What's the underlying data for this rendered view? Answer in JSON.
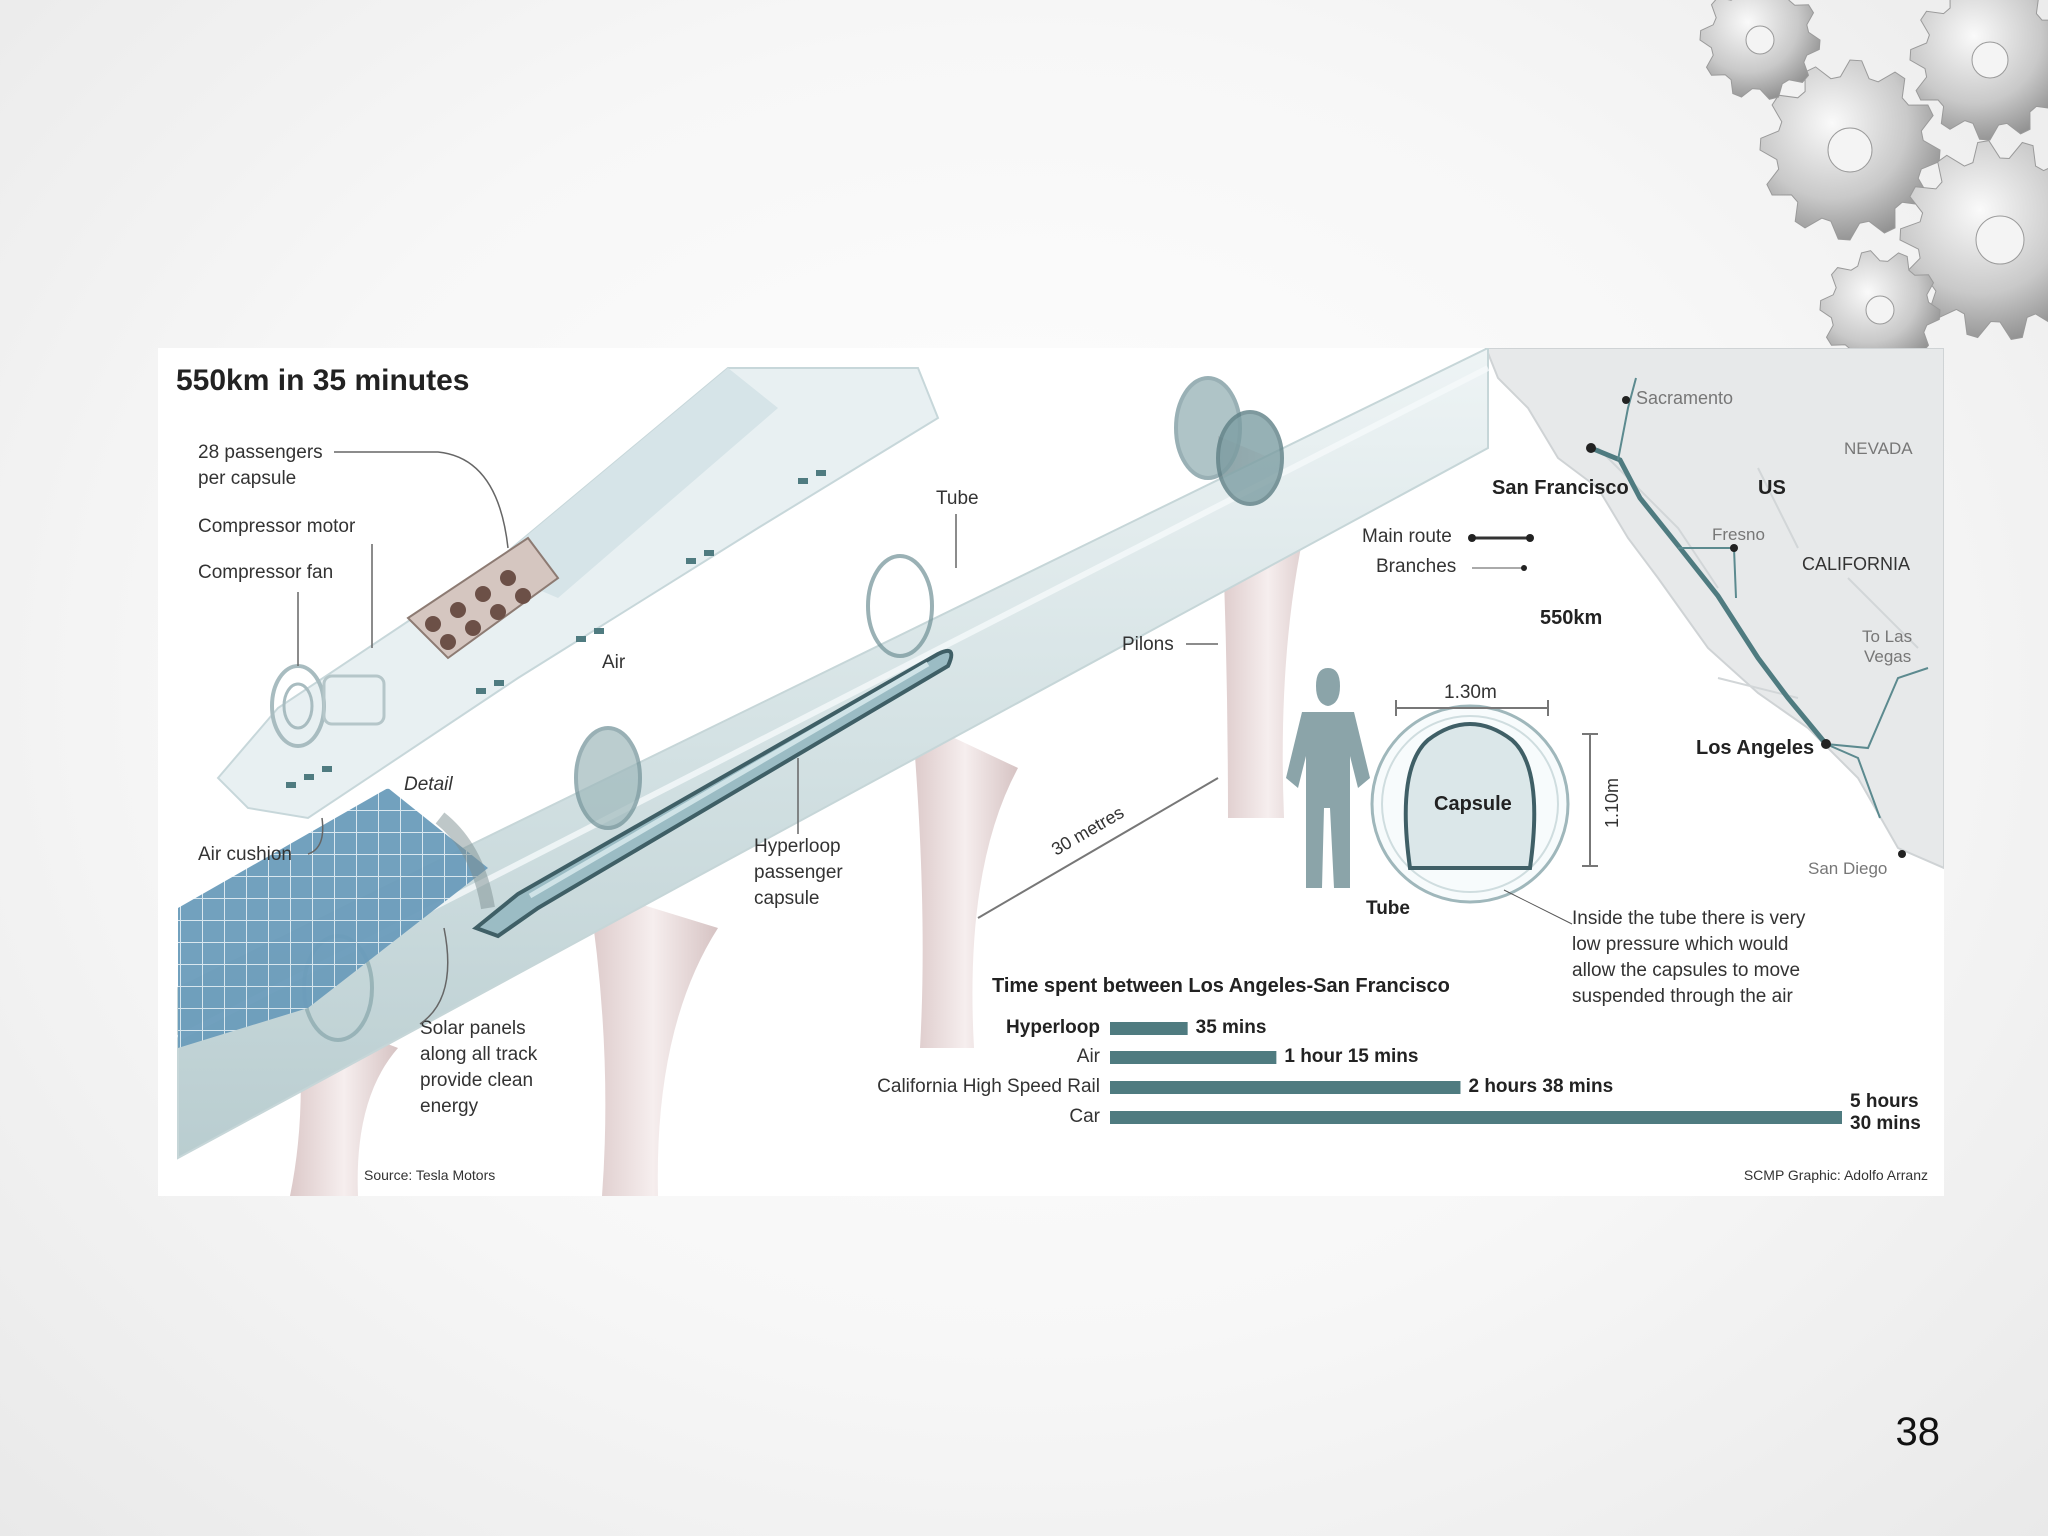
{
  "slide": {
    "page_number": "38"
  },
  "infographic": {
    "title": "550km in 35 minutes",
    "labels": {
      "passengers": [
        "28 passengers",
        "per capsule"
      ],
      "compressor_motor": "Compressor motor",
      "compressor_fan": "Compressor fan",
      "air": "Air",
      "air_cushion": "Air cushion",
      "detail": "Detail",
      "tube": "Tube",
      "pilons": "Pilons",
      "hyperloop_capsule": [
        "Hyperloop",
        "passenger",
        "capsule"
      ],
      "solar_panels": [
        "Solar panels",
        "along all track",
        "provide clean",
        "energy"
      ],
      "distance_between_pilons": "30 metres",
      "source": "Source: Tesla Motors",
      "credit": "SCMP Graphic: Adolfo Arranz"
    },
    "cross_section": {
      "width_label": "1.30m",
      "height_label": "1.10m",
      "capsule_label": "Capsule",
      "tube_label": "Tube",
      "note": [
        "Inside the tube there is very",
        "low pressure which would",
        "allow the capsules to move",
        "suspended through the air"
      ]
    },
    "map": {
      "legend": {
        "main_route": "Main route",
        "branches": "Branches"
      },
      "cities": {
        "sacramento": "Sacramento",
        "san_francisco": "San Francisco",
        "fresno": "Fresno",
        "los_angeles": "Los Angeles",
        "san_diego": "San Diego"
      },
      "regions": {
        "us": "US",
        "nevada": "NEVADA",
        "california": "CALIFORNIA"
      },
      "distance": "550km",
      "to_las_vegas": [
        "To Las",
        "Vegas"
      ]
    }
  },
  "colors": {
    "bar": "#4f7b80",
    "route": "#4f7b80",
    "tube": "#dce8ea",
    "pilon": "#eadede",
    "solar": "#5f93b3"
  },
  "chart_data": {
    "type": "bar",
    "orientation": "horizontal",
    "title": "Time spent between Los Angeles-San Francisco",
    "categories": [
      "Hyperloop",
      "Air",
      "California High Speed Rail",
      "Car"
    ],
    "values_minutes": [
      35,
      75,
      158,
      330
    ],
    "value_labels": [
      "35 mins",
      "1 hour 15 mins",
      "2 hours 38 mins",
      "5 hours 30 mins"
    ]
  }
}
